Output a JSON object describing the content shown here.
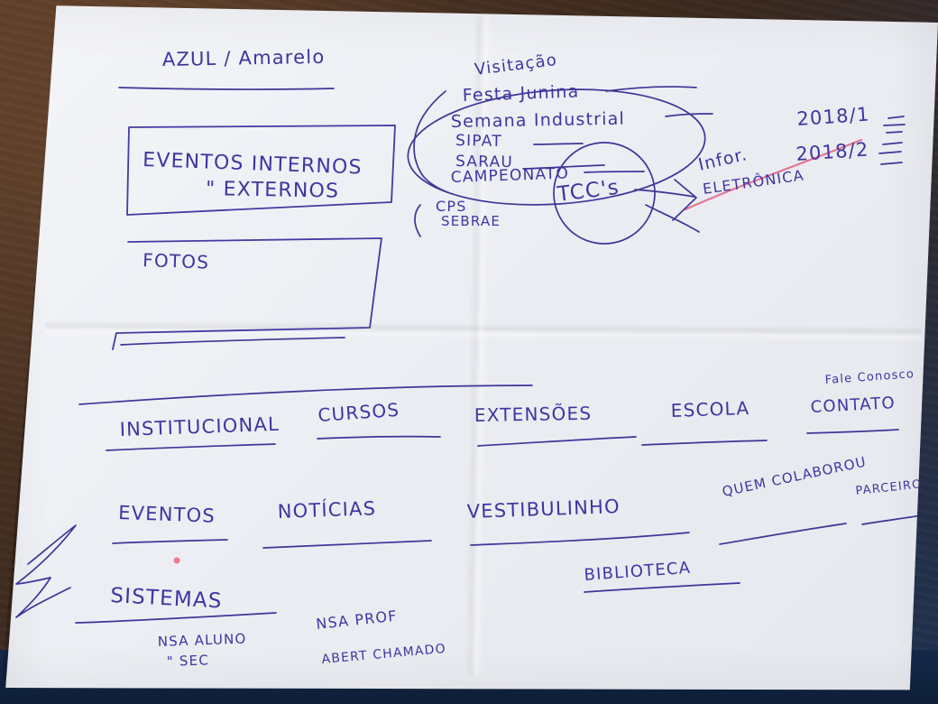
{
  "sketch": {
    "header": {
      "title": "AZUL / Amarelo"
    },
    "visitas": {
      "label": "Visitação",
      "items": [
        "Festa Junina",
        "Semana Industrial",
        "SIPAT",
        "SARAU",
        "CAMPEONATO"
      ],
      "tcc": "TCC's"
    },
    "side_notes": {
      "year_1": "2018/1",
      "year_2": "2018/2",
      "info_1": "Infor.",
      "info_2": "ELETRÔNICA"
    },
    "events_box": {
      "line_1": "EVENTOS INTERNOS",
      "line_2": "\"  EXTERNOS"
    },
    "cps": {
      "line_1": "CPS",
      "line_2": "SEBRAE"
    },
    "photos_box": {
      "label": "FOTOS"
    },
    "menu_row_1": [
      "INSTITUCIONAL",
      "CURSOS",
      "EXTENSÕES",
      "ESCOLA",
      "CONTATO"
    ],
    "fale_conosco": "Fale Conosco",
    "menu_row_2": [
      "EVENTOS",
      "NOTÍCIAS",
      "VESTIBULINHO",
      "QUEM COLABOROU",
      "PARCEIROS"
    ],
    "biblioteca": "BIBLIOTECA",
    "systems": {
      "title": "SISTEMAS",
      "nsa_aluno": "NSA ALUNO",
      "sec": "\" SEC",
      "nsa_prof": "NSA PROF",
      "abert_chamado": "ABERT CHAMADO"
    },
    "colors": {
      "ink": "#3e36a0",
      "paper": "#eceef4",
      "red_marker": "#e04e74"
    }
  }
}
